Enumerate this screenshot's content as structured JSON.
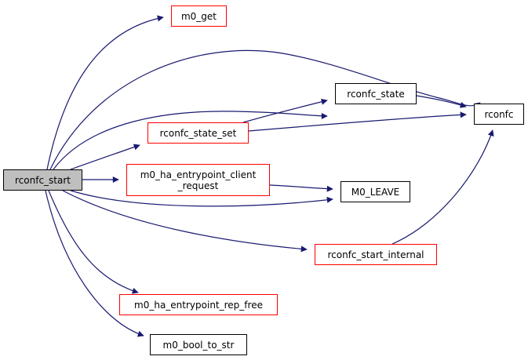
{
  "diagram": {
    "type": "call-graph",
    "root": "rconfc_start",
    "edge_color": "#191970",
    "nodes": [
      {
        "id": "rconfc_start",
        "label": "rconfc_start",
        "style": "root",
        "fill": "#bfbfbf",
        "border": "#000000"
      },
      {
        "id": "m0_get",
        "label": "m0_get",
        "style": "red",
        "border": "#ff0000"
      },
      {
        "id": "rconfc_state",
        "label": "rconfc_state",
        "style": "black",
        "border": "#000000"
      },
      {
        "id": "rconfc",
        "label": "rconfc",
        "style": "black",
        "border": "#000000"
      },
      {
        "id": "rconfc_state_set",
        "label": "rconfc_state_set",
        "style": "red",
        "border": "#ff0000"
      },
      {
        "id": "m0_ha_entrypoint_client_request",
        "label": "m0_ha_entrypoint_client\n_request",
        "style": "red",
        "border": "#ff0000"
      },
      {
        "id": "M0_LEAVE",
        "label": "M0_LEAVE",
        "style": "black",
        "border": "#000000"
      },
      {
        "id": "rconfc_start_internal",
        "label": "rconfc_start_internal",
        "style": "red",
        "border": "#ff0000"
      },
      {
        "id": "m0_ha_entrypoint_rep_free",
        "label": "m0_ha_entrypoint_rep_free",
        "style": "red",
        "border": "#ff0000"
      },
      {
        "id": "m0_bool_to_str",
        "label": "m0_bool_to_str",
        "style": "black",
        "border": "#000000"
      }
    ],
    "edges": [
      {
        "from": "rconfc_start",
        "to": "m0_get"
      },
      {
        "from": "rconfc_start",
        "to": "rconfc"
      },
      {
        "from": "rconfc_start",
        "to": "rconfc_state"
      },
      {
        "from": "rconfc_start",
        "to": "rconfc_state_set"
      },
      {
        "from": "rconfc_start",
        "to": "m0_ha_entrypoint_client_request"
      },
      {
        "from": "rconfc_start",
        "to": "M0_LEAVE"
      },
      {
        "from": "rconfc_start",
        "to": "rconfc_start_internal"
      },
      {
        "from": "rconfc_start",
        "to": "m0_ha_entrypoint_rep_free"
      },
      {
        "from": "rconfc_start",
        "to": "m0_bool_to_str"
      },
      {
        "from": "rconfc_state",
        "to": "rconfc"
      },
      {
        "from": "rconfc_state_set",
        "to": "rconfc_state"
      },
      {
        "from": "rconfc_state_set",
        "to": "rconfc"
      },
      {
        "from": "m0_ha_entrypoint_client_request",
        "to": "M0_LEAVE"
      },
      {
        "from": "rconfc_start_internal",
        "to": "rconfc"
      }
    ]
  }
}
